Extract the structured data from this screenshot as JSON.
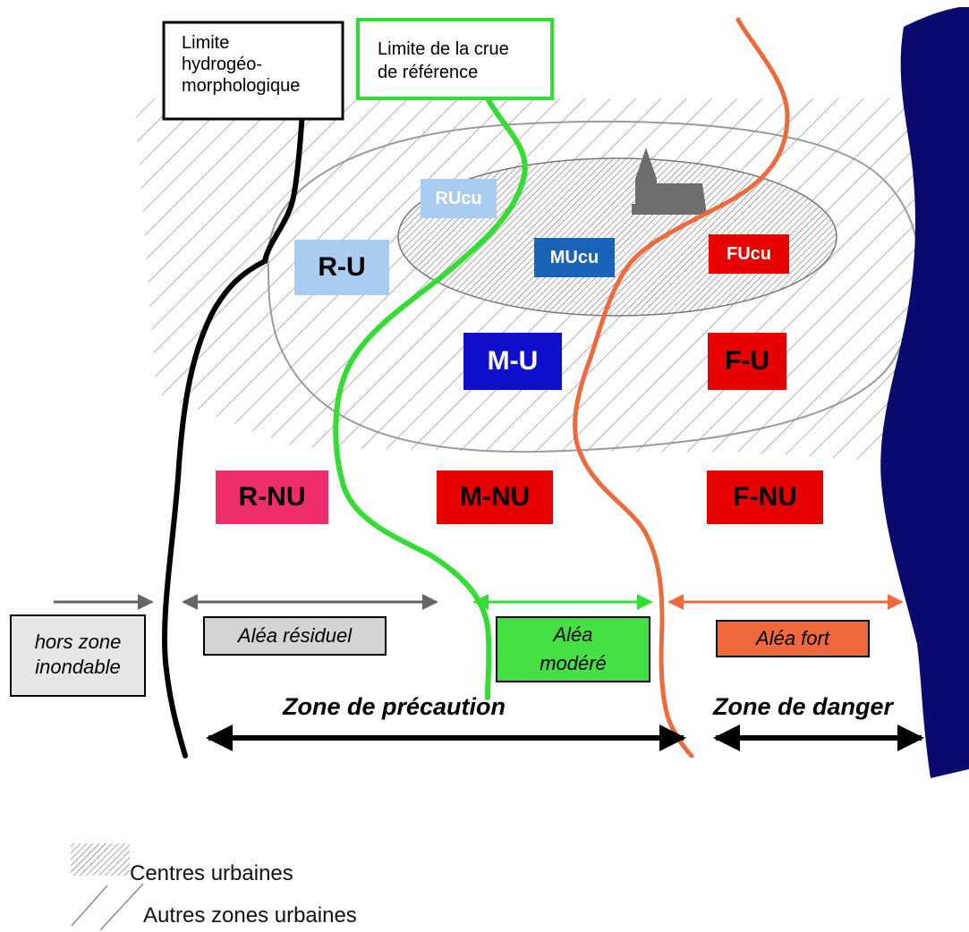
{
  "limits": {
    "hydro": [
      "Limite",
      "hydrogéo-",
      "morphologique"
    ],
    "crue": [
      "Limite de la crue",
      "de référence"
    ]
  },
  "zones": {
    "ru": "R-U",
    "mu": "M-U",
    "fu": "F-U",
    "rnu": "R-NU",
    "mnu": "M-NU",
    "fnu": "F-NU",
    "rucu": "RUcu",
    "mucu": "MUcu",
    "fucu": "FUcu"
  },
  "hazards": {
    "hors": [
      "hors zone",
      "inondable"
    ],
    "residuel": "Aléa résiduel",
    "modere": [
      "Aléa",
      "modéré"
    ],
    "fort": "Aléa fort"
  },
  "bottom": {
    "precaution": "Zone de précaution",
    "danger": "Zone de danger"
  },
  "legend": {
    "centres": "Centres urbaines",
    "autres": "Autres zones urbaines"
  },
  "colors": {
    "river": "#0a0a6e",
    "green_line": "#33dd33",
    "orange_line": "#ee6a3c",
    "ru": "#a8cdf0",
    "mu": "#1010cc",
    "fu": "#e60000",
    "rnu": "#ee2d6b",
    "rucu": "#a8cdf0",
    "mucu": "#1a63b8",
    "fucu": "#e60000"
  }
}
